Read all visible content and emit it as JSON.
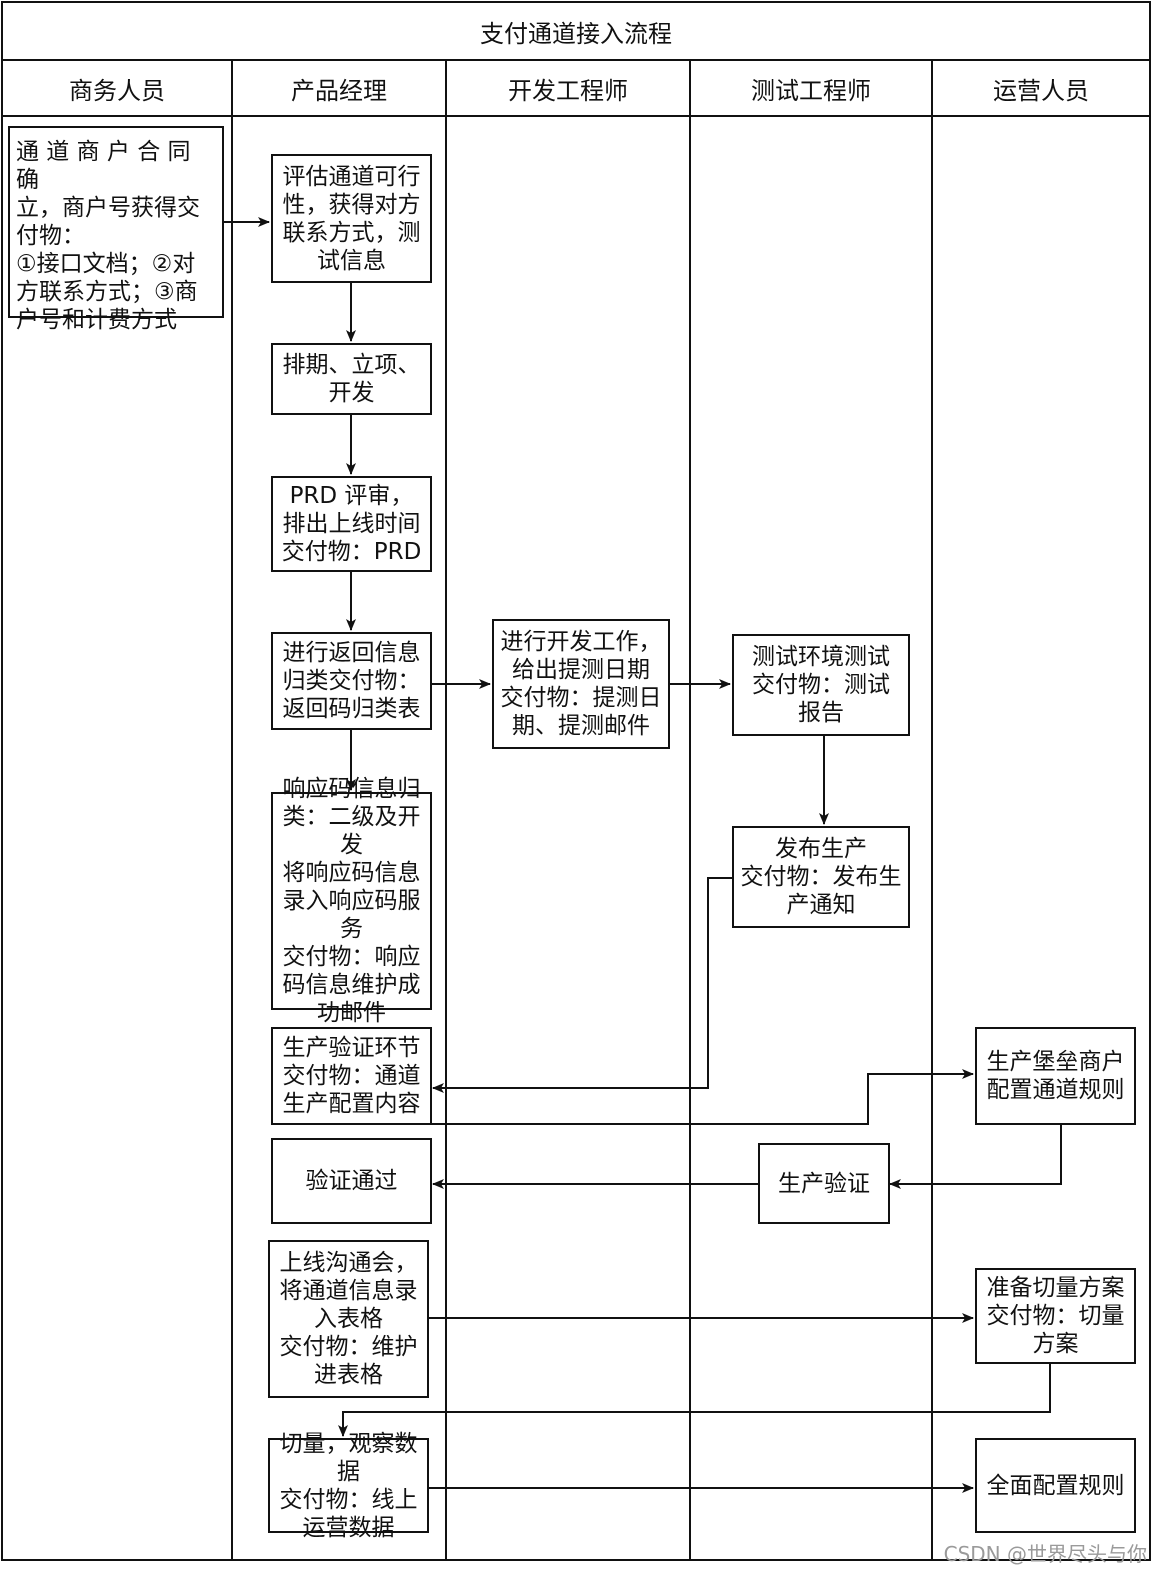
{
  "diagram": {
    "title": "支付通道接入流程",
    "lanes": [
      "商务人员",
      "产品经理",
      "开发工程师",
      "测试工程师",
      "运营人员"
    ],
    "nodes": {
      "contract": "通 道 商 户 合 同 确\n立，商户号获得交\n付物：\n①接口文档；②对\n方联系方式；③商\n户号和计费方式",
      "evaluate": "评估通道可行\n性，获得对方\n联系方式，测\n试信息",
      "schedule": "排期、立项、\n开发",
      "prd": "PRD 评审，\n排出上线时间\n交付物：PRD",
      "classify": "进行返回信息\n归类交付物：\n返回码归类表",
      "develop": "进行开发工作，\n给出提测日期\n交付物：提测日\n期、提测邮件",
      "test_env": "测试环境测试\n交付物：测试\n报告",
      "response_code": "响应码信息归\n类：二级及开发\n将响应码信息\n录入响应码服务\n交付物：响应\n码信息维护成\n功邮件",
      "release": "发布生产\n交付物：发布生\n产通知",
      "prod_verify_stage": "生产验证环节\n交付物：通道\n生产配置内容",
      "fortress_config": "生产堡垒商户\n配置通道规则",
      "verify_pass": "验证通过",
      "prod_verify": "生产验证",
      "launch_meeting": "上线沟通会，\n将通道信息录\n入表格\n交付物：维护\n进表格",
      "cutover_plan": "准备切量方案\n交付物：切量\n方案",
      "cutover": "切量，观察数据\n交付物：线上\n运营数据",
      "full_config": "全面配置规则"
    }
  },
  "watermark": "CSDN @世界尽头与你"
}
